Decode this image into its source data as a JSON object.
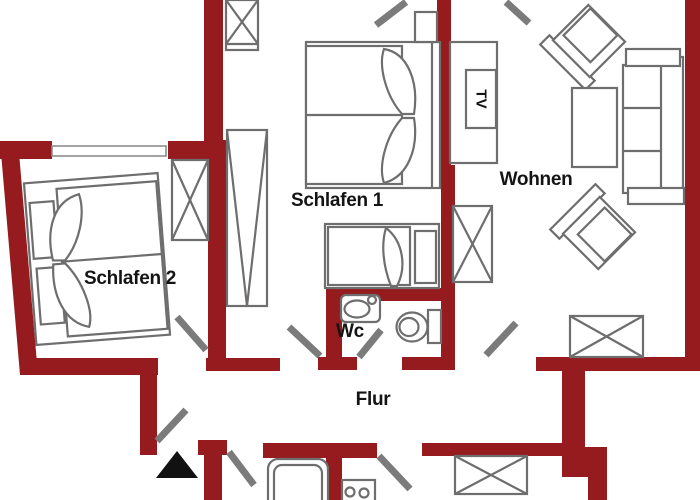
{
  "plan": {
    "rooms": {
      "schlafen1": {
        "label": "Schlafen 1"
      },
      "schlafen2": {
        "label": "Schlafen 2"
      },
      "wohnen": {
        "label": "Wohnen"
      },
      "wc": {
        "label": "Wc"
      },
      "flur": {
        "label": "Flur"
      }
    },
    "labels": {
      "tv": "TV"
    },
    "colors": {
      "wall": "#951b1f",
      "furniture": "#6e6e6e",
      "door": "#7b7b7b",
      "text": "#141414",
      "background": "#ffffff",
      "entrance_marker": "#111111"
    }
  }
}
